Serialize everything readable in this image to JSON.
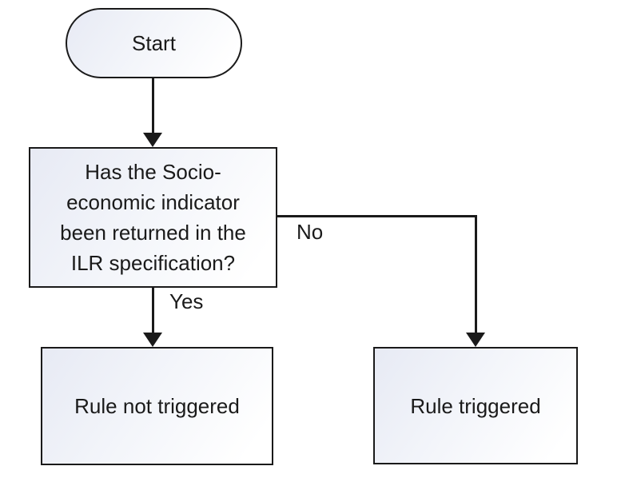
{
  "diagram": {
    "type": "flowchart",
    "nodes": {
      "start": {
        "label": "Start",
        "shape": "terminator"
      },
      "decision": {
        "label": "Has the Socio-\neconomic indicator\nbeen returned in the\nILR specification?",
        "shape": "rectangle"
      },
      "rule_not_triggered": {
        "label": "Rule not triggered",
        "shape": "rectangle"
      },
      "rule_triggered": {
        "label": "Rule triggered",
        "shape": "rectangle"
      }
    },
    "edges": {
      "start_to_decision": {
        "label": ""
      },
      "yes": {
        "label": "Yes",
        "from": "decision",
        "to": "rule_not_triggered"
      },
      "no": {
        "label": "No",
        "from": "decision",
        "to": "rule_triggered"
      }
    },
    "colors": {
      "border": "#1a1a1a",
      "text": "#1a1a1a",
      "fill_start": "#e7eaf4",
      "fill_mid": "#f3f5fa",
      "fill_end": "#ffffff",
      "canvas_bg": "#ffffff"
    }
  }
}
